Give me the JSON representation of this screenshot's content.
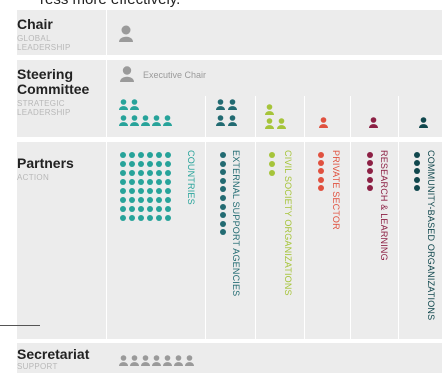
{
  "intro_fragment": "ress more effectively.",
  "chair": {
    "title": "Chair",
    "subtitle_line1": "GLOBAL",
    "subtitle_line2": "LEADERSHIP"
  },
  "steering": {
    "title_line1": "Steering",
    "title_line2": "Committee",
    "subtitle_line1": "STRATEGIC",
    "subtitle_line2": "LEADERSHIP",
    "exec_label": "Executive Chair"
  },
  "partners": {
    "title": "Partners",
    "subtitle": "ACTION",
    "groups": [
      {
        "label": "COUNTRIES",
        "color": "#27a39a",
        "steering_members": 7,
        "dots": 48
      },
      {
        "label": "EXTERNAL SUPPORT AGENCIES",
        "color": "#226b72",
        "steering_members": 4,
        "dots": 10
      },
      {
        "label": "CIVIL SOCIETY ORGANIZATIONS",
        "color": "#a6c43a",
        "steering_members": 3,
        "dots": 3
      },
      {
        "label": "PRIVATE SECTOR",
        "color": "#e0513f",
        "steering_members": 1,
        "dots": 5
      },
      {
        "label": "RESEARCH & LEARNING",
        "color": "#8c2044",
        "steering_members": 1,
        "dots": 5
      },
      {
        "label": "COMMUNITY-BASED ORGANIZATIONS",
        "color": "#10474d",
        "steering_members": 1,
        "dots": 5
      }
    ]
  },
  "secretariat": {
    "title": "Secretariat",
    "subtitle": "SUPPORT",
    "members": 7
  },
  "colors": {
    "gray_icon": "#9a9a9a",
    "panel": "#ececec",
    "subtitle": "#b8b8b8"
  }
}
